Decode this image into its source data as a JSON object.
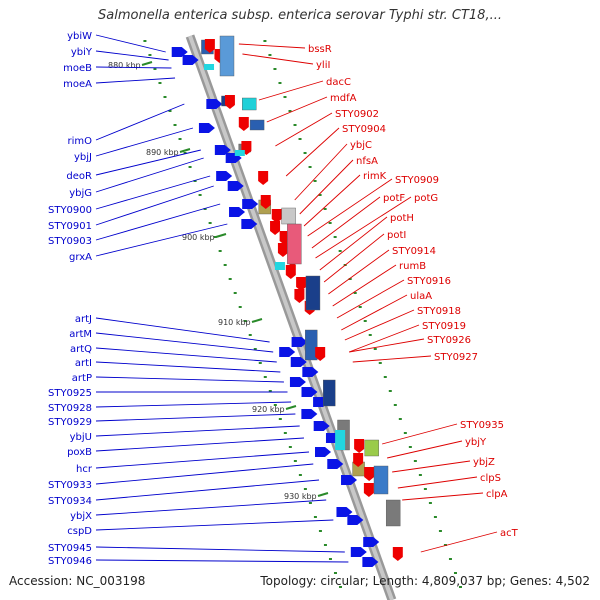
{
  "title": "Salmonella enterica subsp. enterica serovar Typhi str. CT18,...",
  "accession": "Accession: NC_003198",
  "topology": "Topology: circular; Length: 4,809,037 bp; Genes: 4,502",
  "colors": {
    "left_label": "#0000cc",
    "right_label": "#dd0000",
    "backbone": "#a8a8a8",
    "tick": "#228822"
  },
  "scale_ticks": [
    "880 kbp",
    "890 kbp",
    "900 kbp",
    "910 kbp",
    "920 kbp",
    "930 kbp"
  ],
  "left_genes": [
    "ybiW",
    "ybiY",
    "moeB",
    "moeA",
    "rimO",
    "ybjJ",
    "deoR",
    "ybjG",
    "STY0900",
    "STY0901",
    "STY0903",
    "grxA",
    "artJ",
    "artM",
    "artQ",
    "artI",
    "artP",
    "STY0925",
    "STY0928",
    "STY0929",
    "ybjU",
    "poxB",
    "hcr",
    "STY0933",
    "STY0934",
    "ybjX",
    "cspD",
    "STY0945",
    "STY0946"
  ],
  "right_genes": [
    "bssR",
    "yliI",
    "dacC",
    "mdfA",
    "STY0902",
    "STY0904",
    "ybjC",
    "nfsA",
    "rimK",
    "STY0909",
    "potF",
    "potG",
    "potH",
    "potI",
    "STY0914",
    "rumB",
    "STY0916",
    "ulaA",
    "STY0918",
    "STY0919",
    "STY0926",
    "STY0927",
    "STY0935",
    "ybjY",
    "ybjZ",
    "clpS",
    "clpA",
    "acT"
  ]
}
